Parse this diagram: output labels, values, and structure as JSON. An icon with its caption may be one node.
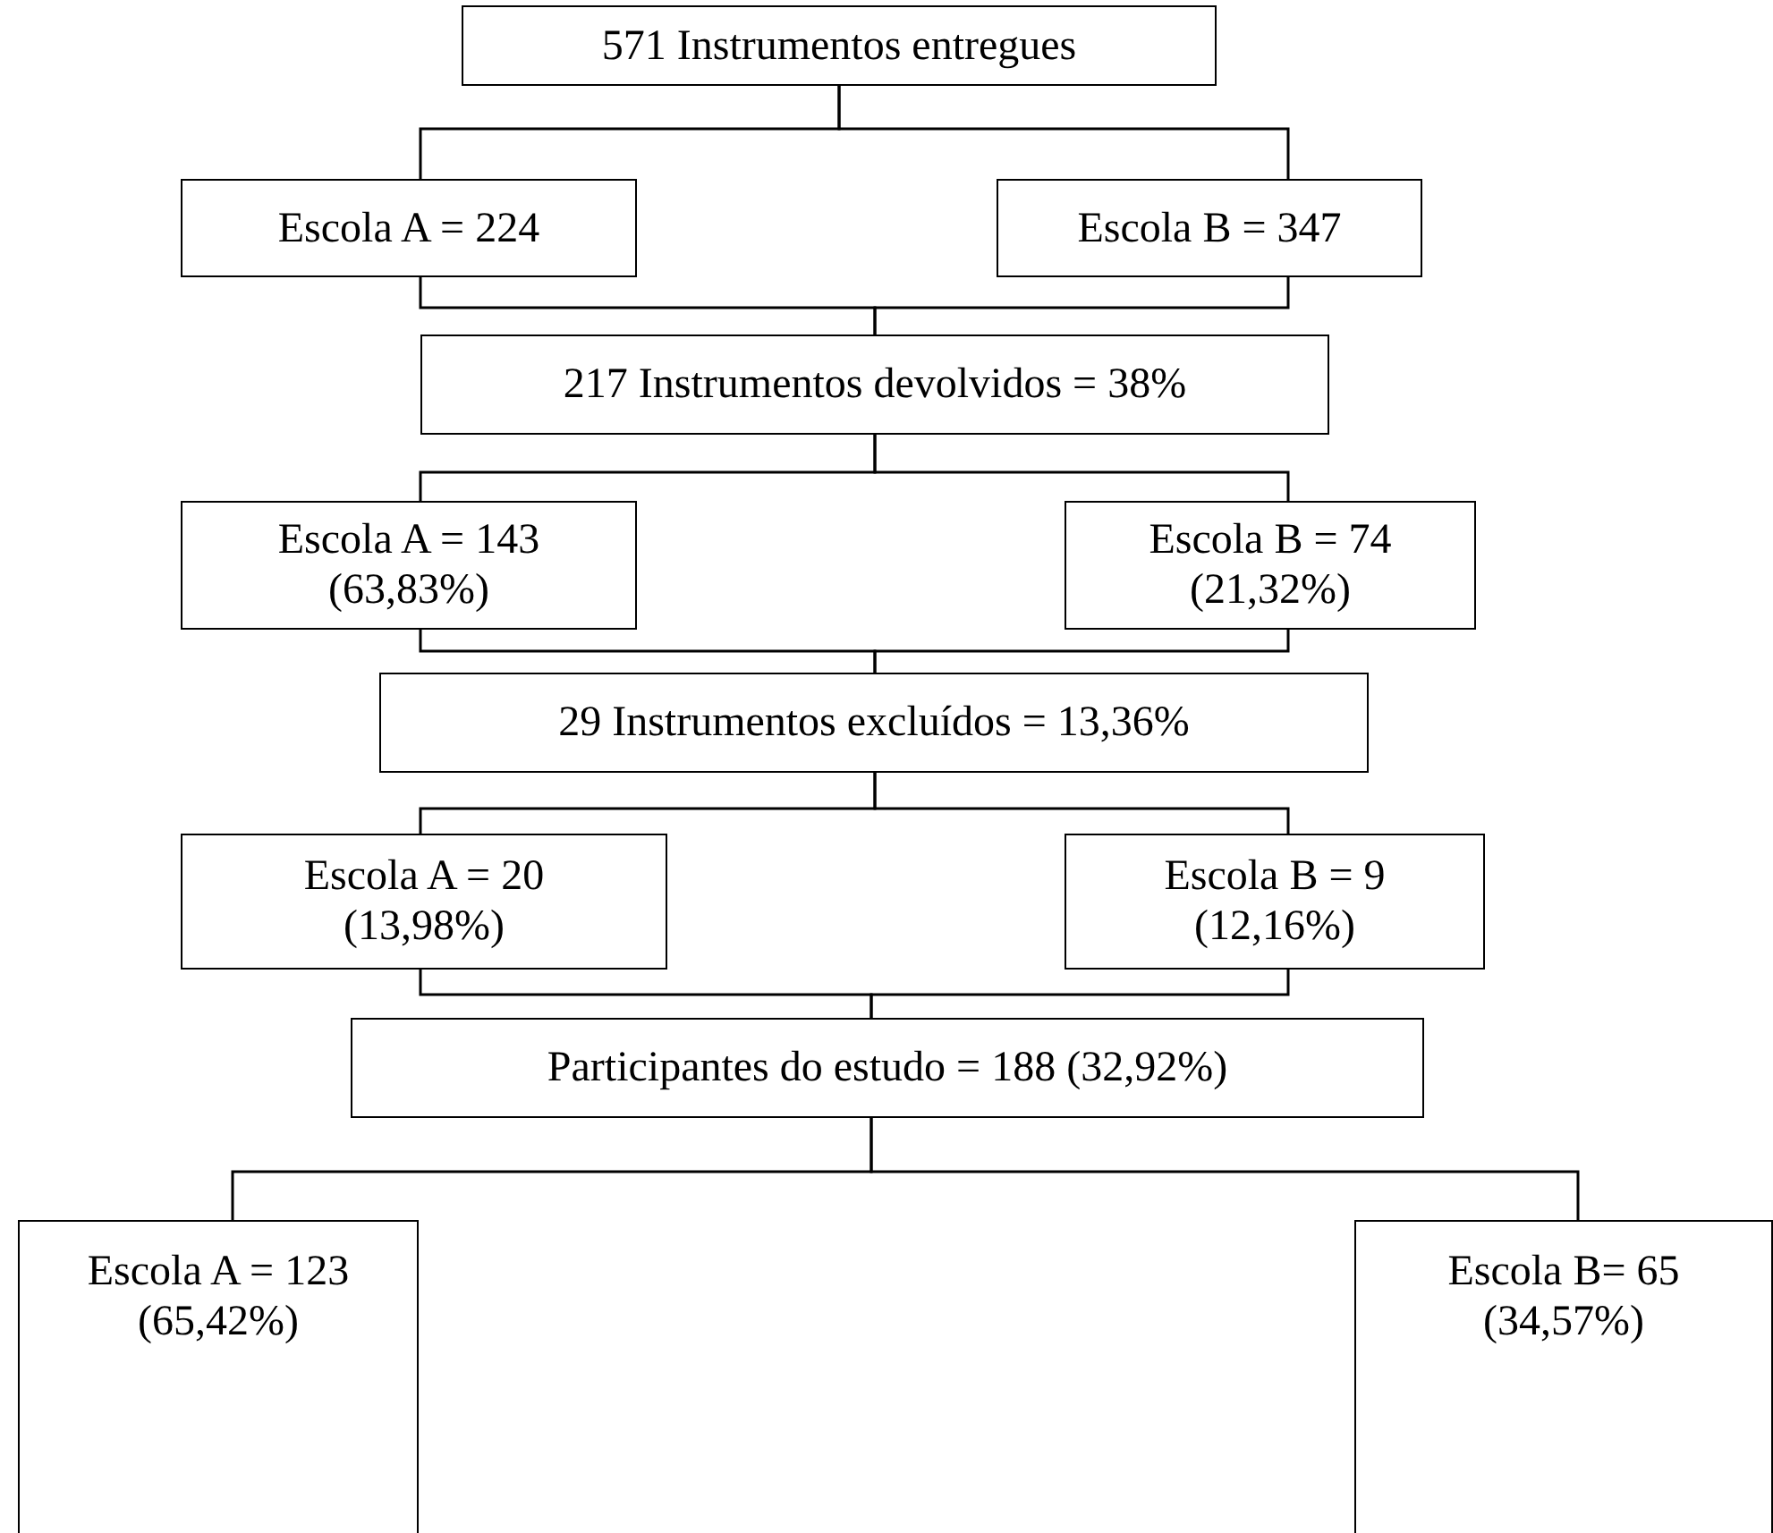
{
  "diagram": {
    "nodes": [
      {
        "text": [
          "571 Instrumentos entregues"
        ]
      },
      {
        "text": [
          "Escola A = 224"
        ]
      },
      {
        "text": [
          "Escola B = 347"
        ]
      },
      {
        "text": [
          "217 Instrumentos devolvidos = 38%"
        ]
      },
      {
        "text": [
          "Escola A = 143",
          "(63,83%)"
        ]
      },
      {
        "text": [
          "Escola B = 74",
          "(21,32%)"
        ]
      },
      {
        "text": [
          "29 Instrumentos excluídos = 13,36%"
        ]
      },
      {
        "text": [
          "Escola A = 20",
          "(13,98%)"
        ]
      },
      {
        "text": [
          "Escola B = 9",
          "(12,16%)"
        ]
      },
      {
        "text": [
          "Participantes do estudo = 188 (32,92%)"
        ]
      },
      {
        "text": [
          "Escola A = 123",
          "(65,42%)"
        ]
      },
      {
        "text": [
          "Escola B= 65",
          "(34,57%)"
        ]
      }
    ],
    "edges": [
      {
        "from": 0,
        "to": 1,
        "arrow": "none"
      },
      {
        "from": 0,
        "to": 2,
        "arrow": "none"
      },
      {
        "from": 1,
        "to": 3,
        "arrow": "none"
      },
      {
        "from": 2,
        "to": 3,
        "arrow": "none"
      },
      {
        "from": 3,
        "to": 4,
        "arrow": "none"
      },
      {
        "from": 3,
        "to": 5,
        "arrow": "none"
      },
      {
        "from": 4,
        "to": 6,
        "arrow": "none"
      },
      {
        "from": 5,
        "to": 6,
        "arrow": "none"
      },
      {
        "from": 6,
        "to": 7,
        "arrow": "none"
      },
      {
        "from": 6,
        "to": 8,
        "arrow": "none"
      },
      {
        "from": 7,
        "to": 9,
        "arrow": "none"
      },
      {
        "from": 8,
        "to": 9,
        "arrow": "none"
      },
      {
        "from": 9,
        "to": 10,
        "arrow": "none"
      },
      {
        "from": 9,
        "to": 11,
        "arrow": "none"
      }
    ]
  }
}
